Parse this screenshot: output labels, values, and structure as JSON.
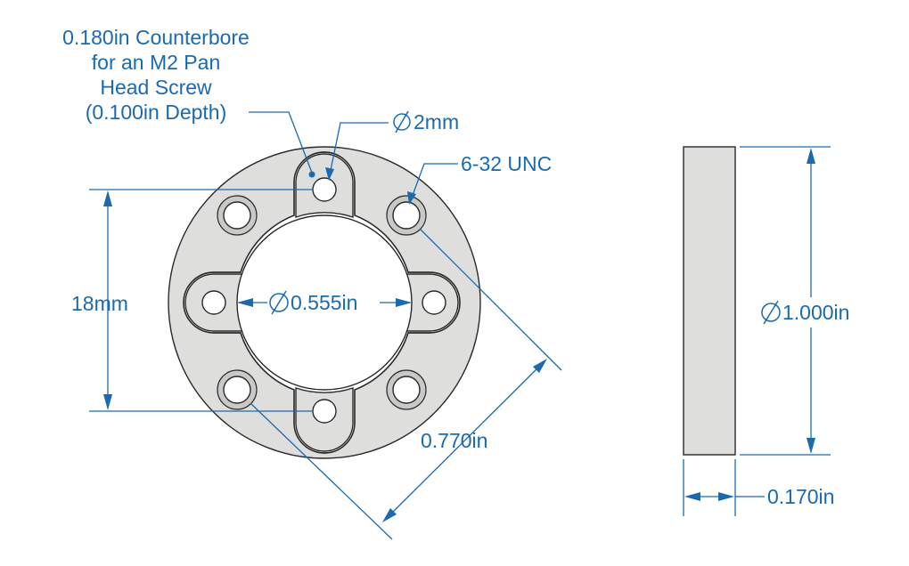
{
  "labels": {
    "counterbore_line1": "0.180in Counterbore",
    "counterbore_line2": "for an M2 Pan",
    "counterbore_line3": "Head Screw",
    "counterbore_line4": "(0.100in Depth)",
    "hole_2mm": "2mm",
    "thread": "6-32 UNC",
    "spacing_18mm": "18mm",
    "bore": "0.555in",
    "bolt_circle": "0.770in",
    "outer_dia": "1.000in",
    "thickness": "0.170in"
  },
  "colors": {
    "dimension": "#1a6ab0",
    "part_fill": "#dededc",
    "outline": "#2a2a2a"
  }
}
